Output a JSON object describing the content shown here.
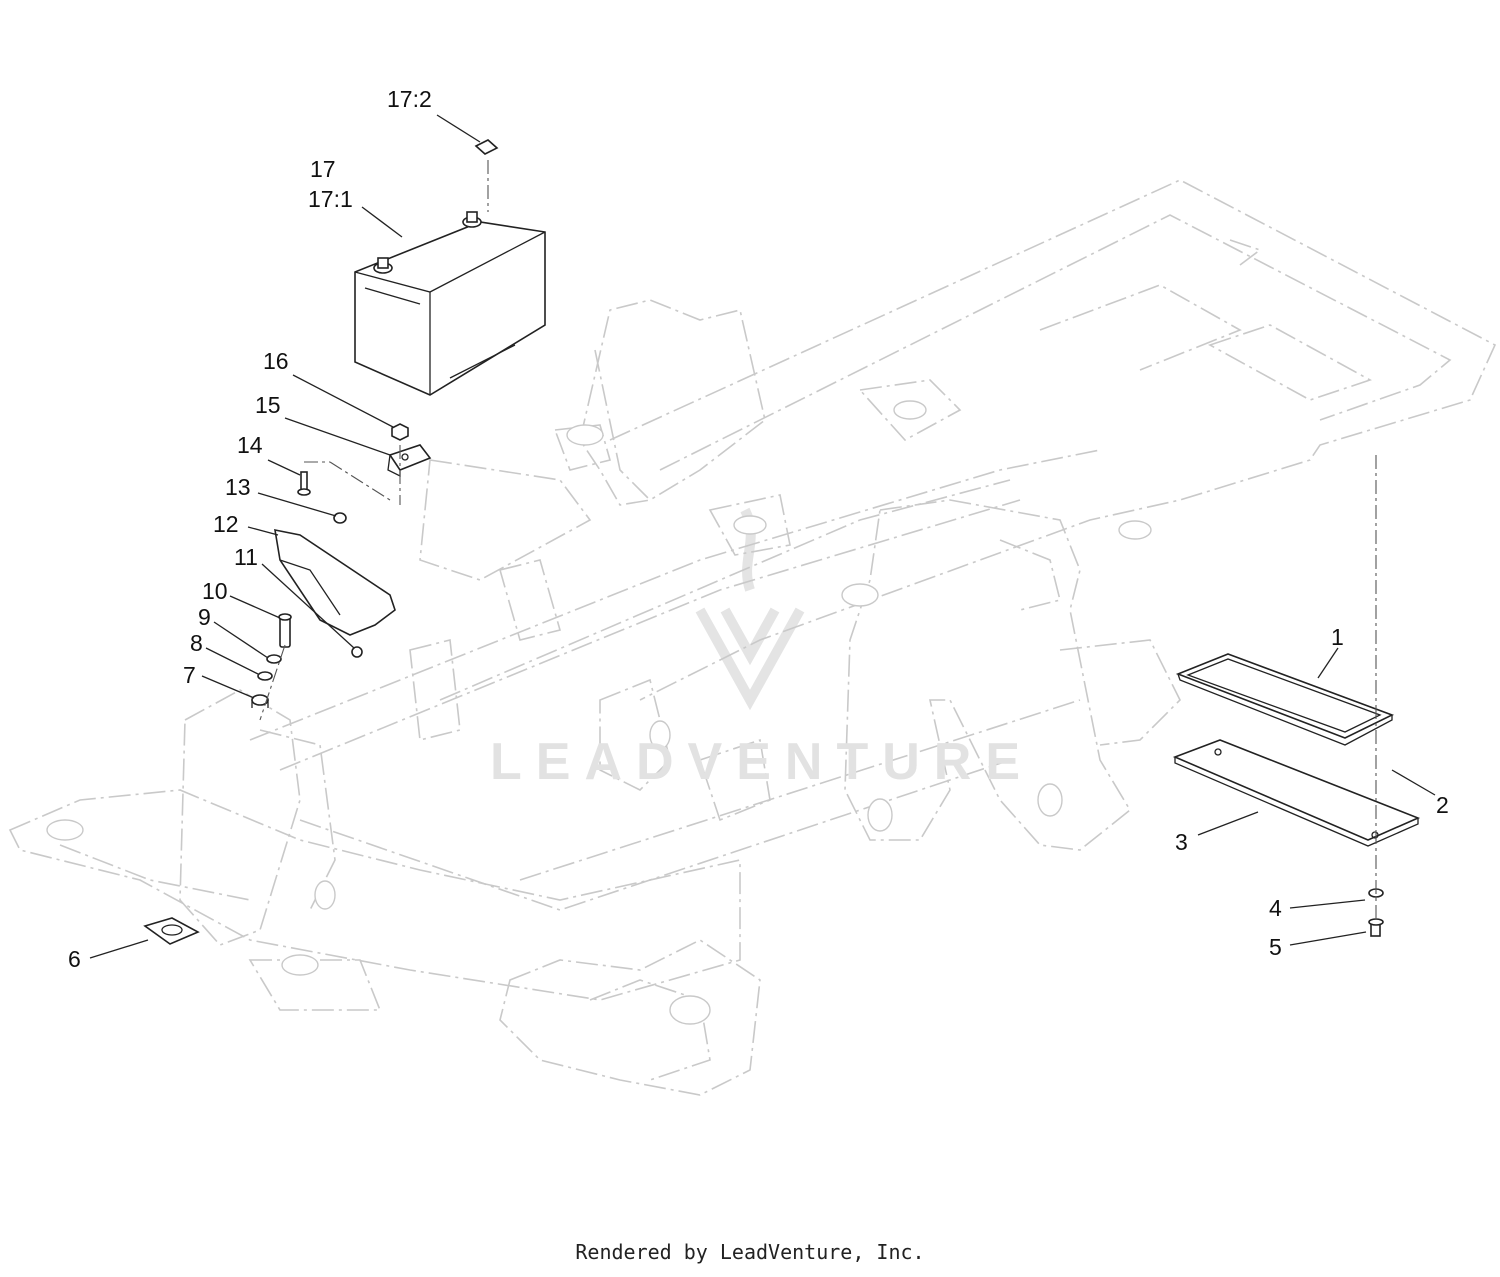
{
  "callouts": [
    {
      "id": "c1",
      "label": "1"
    },
    {
      "id": "c2",
      "label": "2"
    },
    {
      "id": "c3",
      "label": "3"
    },
    {
      "id": "c4",
      "label": "4"
    },
    {
      "id": "c5",
      "label": "5"
    },
    {
      "id": "c6",
      "label": "6"
    },
    {
      "id": "c7",
      "label": "7"
    },
    {
      "id": "c8",
      "label": "8"
    },
    {
      "id": "c9",
      "label": "9"
    },
    {
      "id": "c10",
      "label": "10"
    },
    {
      "id": "c11",
      "label": "11"
    },
    {
      "id": "c12",
      "label": "12"
    },
    {
      "id": "c13",
      "label": "13"
    },
    {
      "id": "c14",
      "label": "14"
    },
    {
      "id": "c15",
      "label": "15"
    },
    {
      "id": "c16",
      "label": "16"
    },
    {
      "id": "c17",
      "label": "17"
    },
    {
      "id": "c17_1",
      "label": "17:1"
    },
    {
      "id": "c17_2",
      "label": "17:2"
    }
  ],
  "watermark": "LEADVENTURE",
  "footer": "Rendered by LeadVenture, Inc."
}
